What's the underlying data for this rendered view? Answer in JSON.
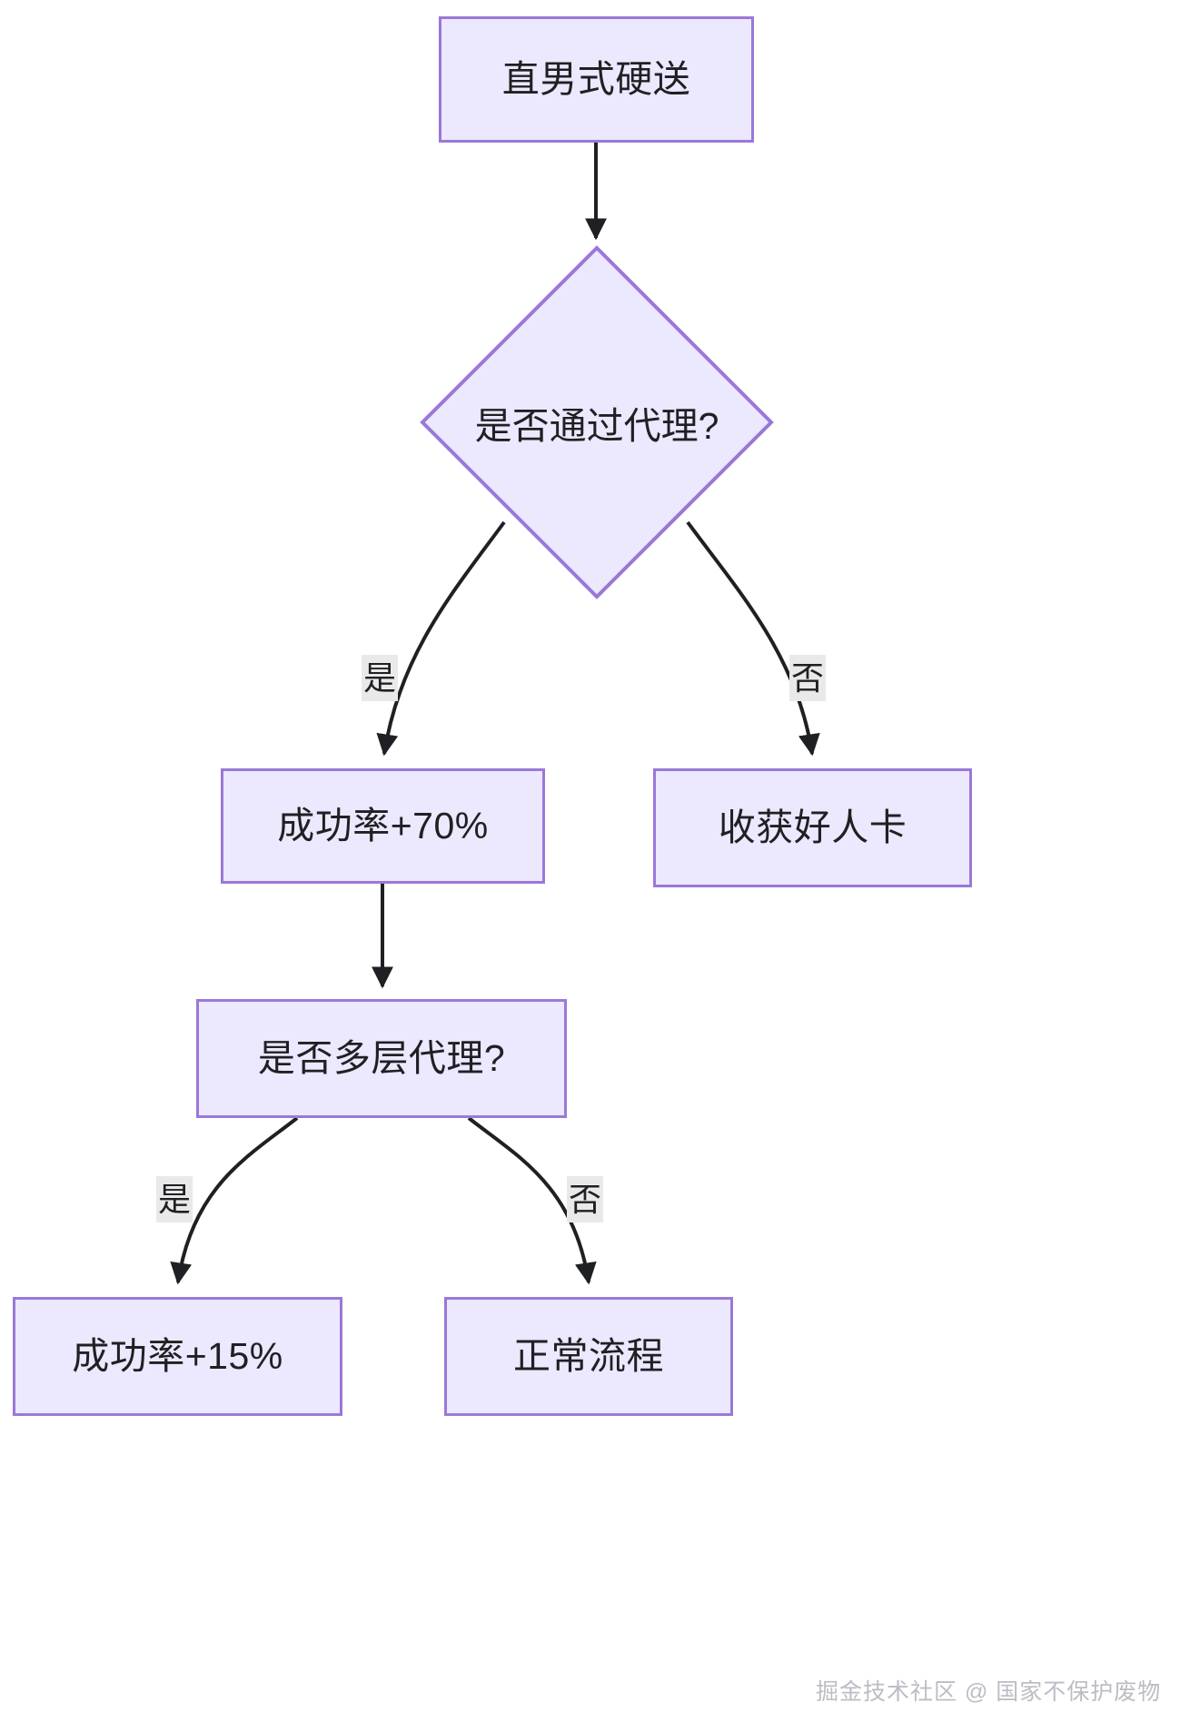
{
  "diagram": {
    "type": "flowchart",
    "direction": "top-down",
    "background_color": "#ffffff",
    "node_fill_color": "#ece8fd",
    "node_border_color": "#9a78d8",
    "node_text_color": "#1f2023",
    "edge_color": "#1f2023",
    "edge_label_background": "#e9e9e9",
    "nodes": [
      {
        "id": "start",
        "shape": "rectangle",
        "label": "直男式硬送"
      },
      {
        "id": "decision1",
        "shape": "diamond",
        "label": "是否通过代理?"
      },
      {
        "id": "rate70",
        "shape": "rectangle",
        "label": "成功率+70%"
      },
      {
        "id": "goodcard",
        "shape": "rectangle",
        "label": "收获好人卡"
      },
      {
        "id": "decision2",
        "shape": "rectangle",
        "label": "是否多层代理?"
      },
      {
        "id": "rate15",
        "shape": "rectangle",
        "label": "成功率+15%"
      },
      {
        "id": "normal",
        "shape": "rectangle",
        "label": "正常流程"
      }
    ],
    "edges": [
      {
        "from": "start",
        "to": "decision1",
        "label": ""
      },
      {
        "from": "decision1",
        "to": "rate70",
        "label": "是"
      },
      {
        "from": "decision1",
        "to": "goodcard",
        "label": "否"
      },
      {
        "from": "rate70",
        "to": "decision2",
        "label": ""
      },
      {
        "from": "decision2",
        "to": "rate15",
        "label": "是"
      },
      {
        "from": "decision2",
        "to": "normal",
        "label": "否"
      }
    ],
    "edge_labels": {
      "yes1": "是",
      "no1": "否",
      "yes2": "是",
      "no2": "否"
    },
    "watermark": "掘金技术社区 @ 国家不保护废物"
  }
}
